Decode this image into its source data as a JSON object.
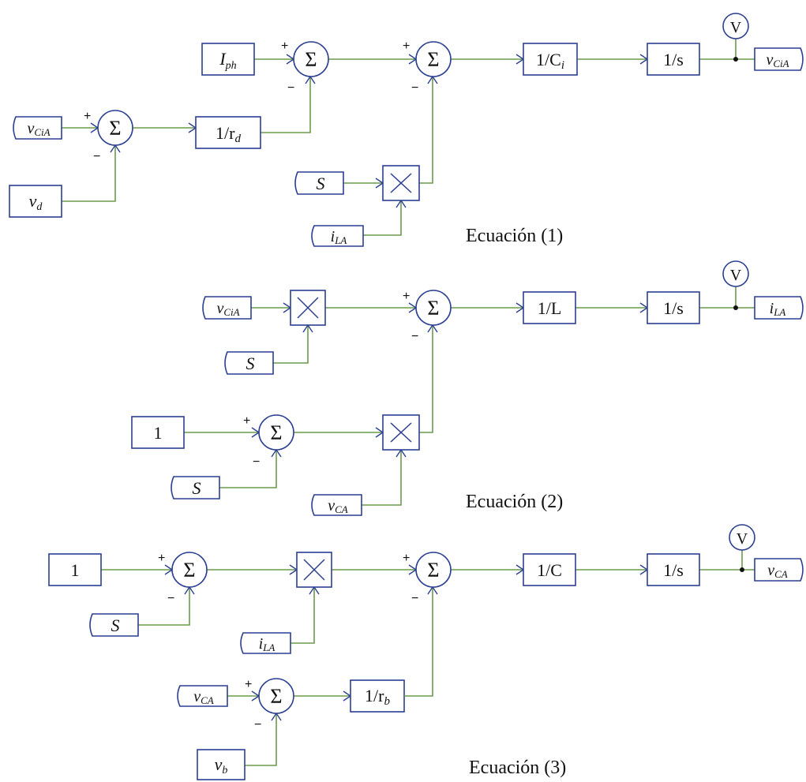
{
  "labels": {
    "ecuacion1": "Ecuación (1)",
    "ecuacion2": "Ecuación (2)",
    "ecuacion3": "Ecuación (3)"
  },
  "symbols": {
    "sum": "Σ",
    "plus": "+",
    "minus": "−",
    "voltmeter": "V"
  },
  "blocks": {
    "iph": {
      "main": "I",
      "sub": "ph"
    },
    "inv_rd": {
      "main": "1/r",
      "sub": "d"
    },
    "inv_ci": {
      "main": "1/C",
      "sub": "i"
    },
    "integrator1": {
      "main": "1/s"
    },
    "vcia_in": {
      "main": "v",
      "sub": "CiA"
    },
    "vd": {
      "main": "v",
      "sub": "d"
    },
    "s1": {
      "main": "S"
    },
    "ila_in1": {
      "main": "i",
      "sub": "LA"
    },
    "vcia_out": {
      "main": "v",
      "sub": "CiA"
    },
    "vcia_in2": {
      "main": "v",
      "sub": "CiA"
    },
    "s2": {
      "main": "S"
    },
    "inv_l": {
      "main": "1/L"
    },
    "integrator2": {
      "main": "1/s"
    },
    "ila_out": {
      "main": "i",
      "sub": "LA"
    },
    "const1_a": {
      "main": "1"
    },
    "s3": {
      "main": "S"
    },
    "vca_in1": {
      "main": "v",
      "sub": "CA"
    },
    "const1_b": {
      "main": "1"
    },
    "s4": {
      "main": "S"
    },
    "ila_in2": {
      "main": "i",
      "sub": "LA"
    },
    "inv_c": {
      "main": "1/C"
    },
    "integrator3": {
      "main": "1/s"
    },
    "vca_out": {
      "main": "v",
      "sub": "CA"
    },
    "vca_in2": {
      "main": "v",
      "sub": "CA"
    },
    "inv_rb": {
      "main": "1/r",
      "sub": "b"
    },
    "vb": {
      "main": "v",
      "sub": "b"
    }
  }
}
